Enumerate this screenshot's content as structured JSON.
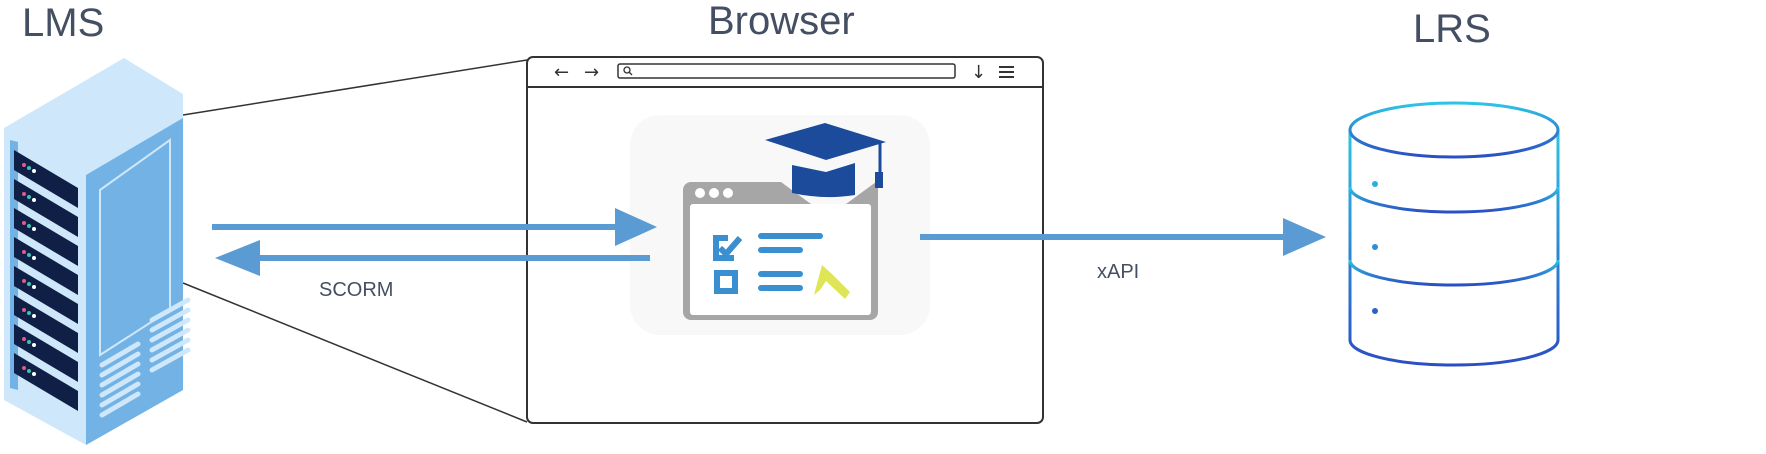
{
  "titles": {
    "lms": "LMS",
    "browser": "Browser",
    "lrs": "LRS"
  },
  "connections": {
    "scorm": "SCORM",
    "xapi": "xAPI"
  },
  "colors": {
    "arrow": "#5a9bd4",
    "text": "#454f63",
    "server_light": "#cfe7fa",
    "server_mid": "#72b2e4",
    "server_dark": "#0f1f45",
    "cap": "#1b4b9a",
    "cursor": "#dfe655",
    "db_top": "#2ec4e6",
    "db_bottom": "#2b4fc2"
  },
  "icons": [
    "server-icon",
    "browser-window-icon",
    "graduation-cap-icon",
    "checklist-icon",
    "cursor-icon",
    "database-icon"
  ]
}
